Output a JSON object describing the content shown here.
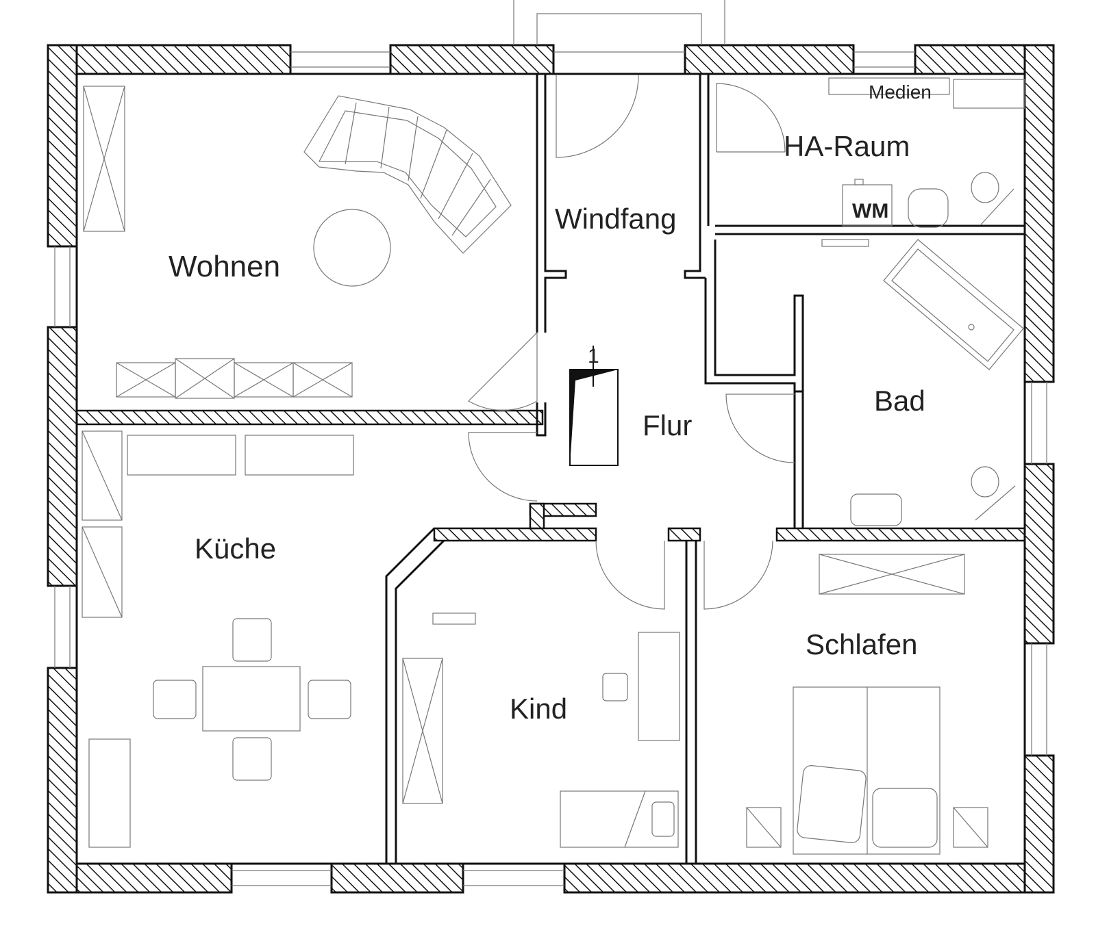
{
  "plan": {
    "rooms": {
      "wohnen": "Wohnen",
      "windfang": "Windfang",
      "ha_raum": "HA-Raum",
      "medien": "Medien",
      "flur": "Flur",
      "bad": "Bad",
      "kueche": "Küche",
      "kind": "Kind",
      "schlafen": "Schlafen"
    },
    "appliances": {
      "wm": "WM"
    },
    "stair_marker": "1"
  }
}
